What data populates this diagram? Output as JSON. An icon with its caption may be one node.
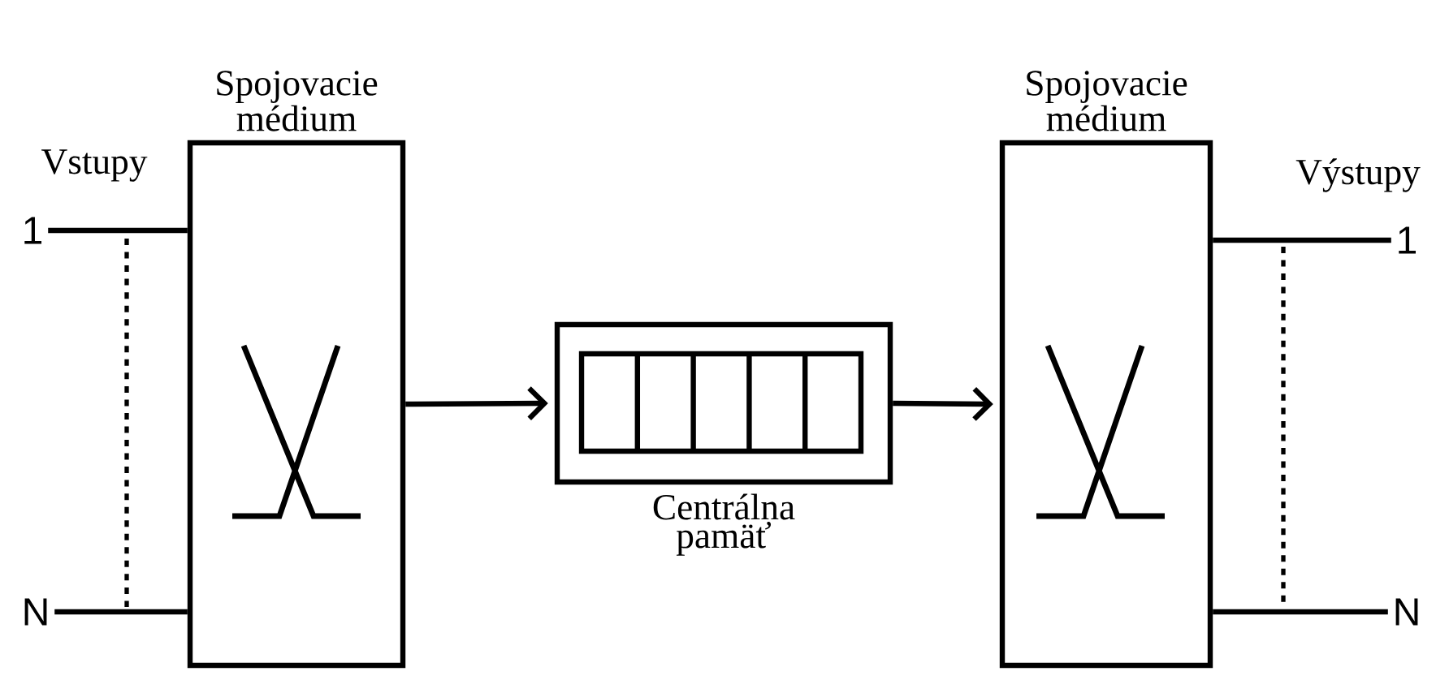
{
  "diagram": {
    "nodes": [
      {
        "text": [
          "Spojovacie médium"
        ]
      },
      {
        "text": [
          "Centrálna pamäť"
        ]
      },
      {
        "text": [
          "Spojovacie médium"
        ]
      },
      {
        "text": [
          "1"
        ]
      },
      {
        "text": [
          "N"
        ]
      },
      {
        "text": [
          "1"
        ]
      },
      {
        "text": [
          "N"
        ]
      }
    ],
    "edges": [
      {
        "from": 3,
        "to": 0,
        "arrow": "none"
      },
      {
        "from": 4,
        "to": 0,
        "arrow": "none"
      },
      {
        "from": 0,
        "to": 1,
        "arrow": "to"
      },
      {
        "from": 1,
        "to": 2,
        "arrow": "to"
      },
      {
        "from": 2,
        "to": 5,
        "arrow": "none"
      },
      {
        "from": 2,
        "to": 6,
        "arrow": "none"
      }
    ],
    "labels": [
      "Vstupy",
      "Výstupy"
    ]
  }
}
